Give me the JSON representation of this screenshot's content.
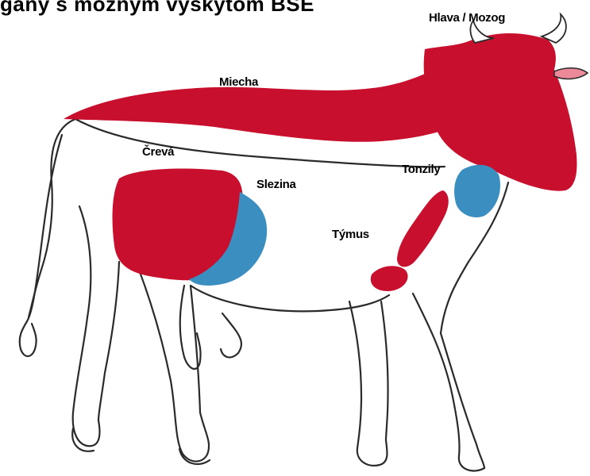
{
  "diagram": {
    "title": "gány s možným výskytom BSE",
    "colors": {
      "risk_red": "#c8102e",
      "risk_blue": "#3a8ec0",
      "outline": "#2a2a2a",
      "nose_pink": "#ec8a9a"
    },
    "labels": {
      "head": "Hlava / Mozog",
      "spine": "Miecha",
      "intestines": "Črevá",
      "spleen": "Slezina",
      "tonsils": "Tonzily",
      "thymus": "Týmus"
    }
  }
}
